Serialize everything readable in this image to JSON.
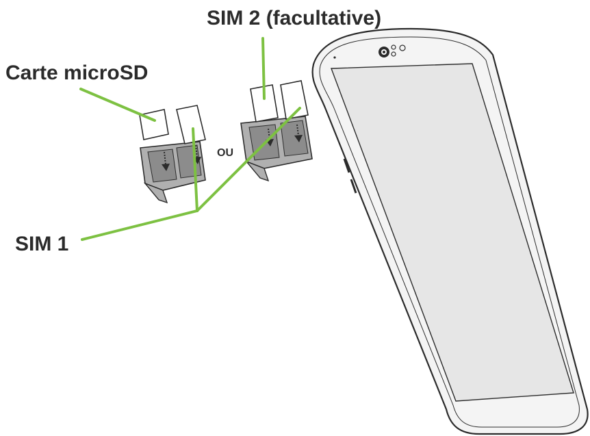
{
  "labels": {
    "microsd": "Carte microSD",
    "sim1": "SIM 1",
    "sim2": "SIM 2 (facultative)",
    "or": "OU"
  },
  "colors": {
    "callout_line": "#7dc142",
    "outline": "#2b2b2b",
    "screen_fill": "#e6e6e6",
    "tray_fill": "#8c8c8c",
    "card_fill": "#ffffff"
  },
  "icons": {
    "arrow": "down-arrow-icon",
    "camera": "camera-icon"
  }
}
